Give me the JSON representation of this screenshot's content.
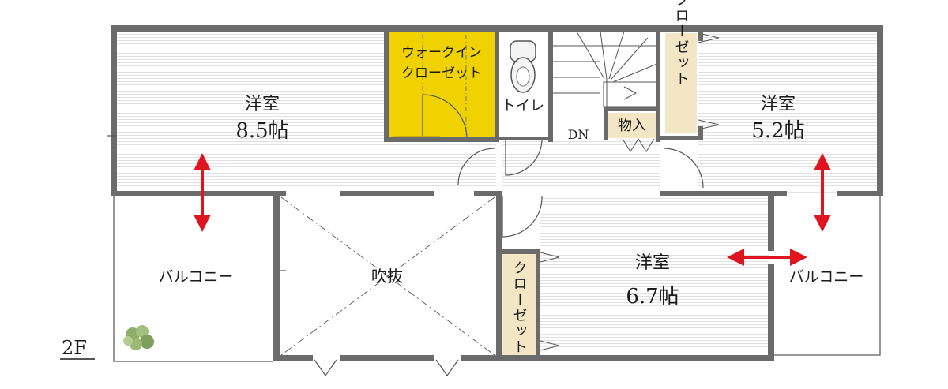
{
  "floor_label": "2F",
  "rooms": {
    "west_room": {
      "name": "洋室",
      "size": "8.5帖"
    },
    "east_room": {
      "name": "洋室",
      "size": "5.2帖"
    },
    "south_room": {
      "name": "洋室",
      "size": "6.7帖"
    },
    "west_balcony": {
      "name": "バルコニー"
    },
    "east_balcony": {
      "name": "バルコニー"
    },
    "atrium": {
      "name": "吹抜"
    },
    "walk_in_closet": {
      "line1": "ウォークイン",
      "line2": "クローゼット"
    },
    "toilet": {
      "name": "トイレ"
    },
    "storage": {
      "name": "物入"
    },
    "closet_east": {
      "name": "クローゼット"
    },
    "closet_south": {
      "name": "クローゼット"
    },
    "stairs_down": {
      "label": "DN"
    }
  },
  "colors": {
    "wall": "#6b6b6b",
    "floor_stripe": "#dcdcdc",
    "walk_in_closet_fill": "#f0d200",
    "closet_fill": "#f3e6c4",
    "arrow": "#e0141e",
    "plant": "#8fae6a"
  }
}
